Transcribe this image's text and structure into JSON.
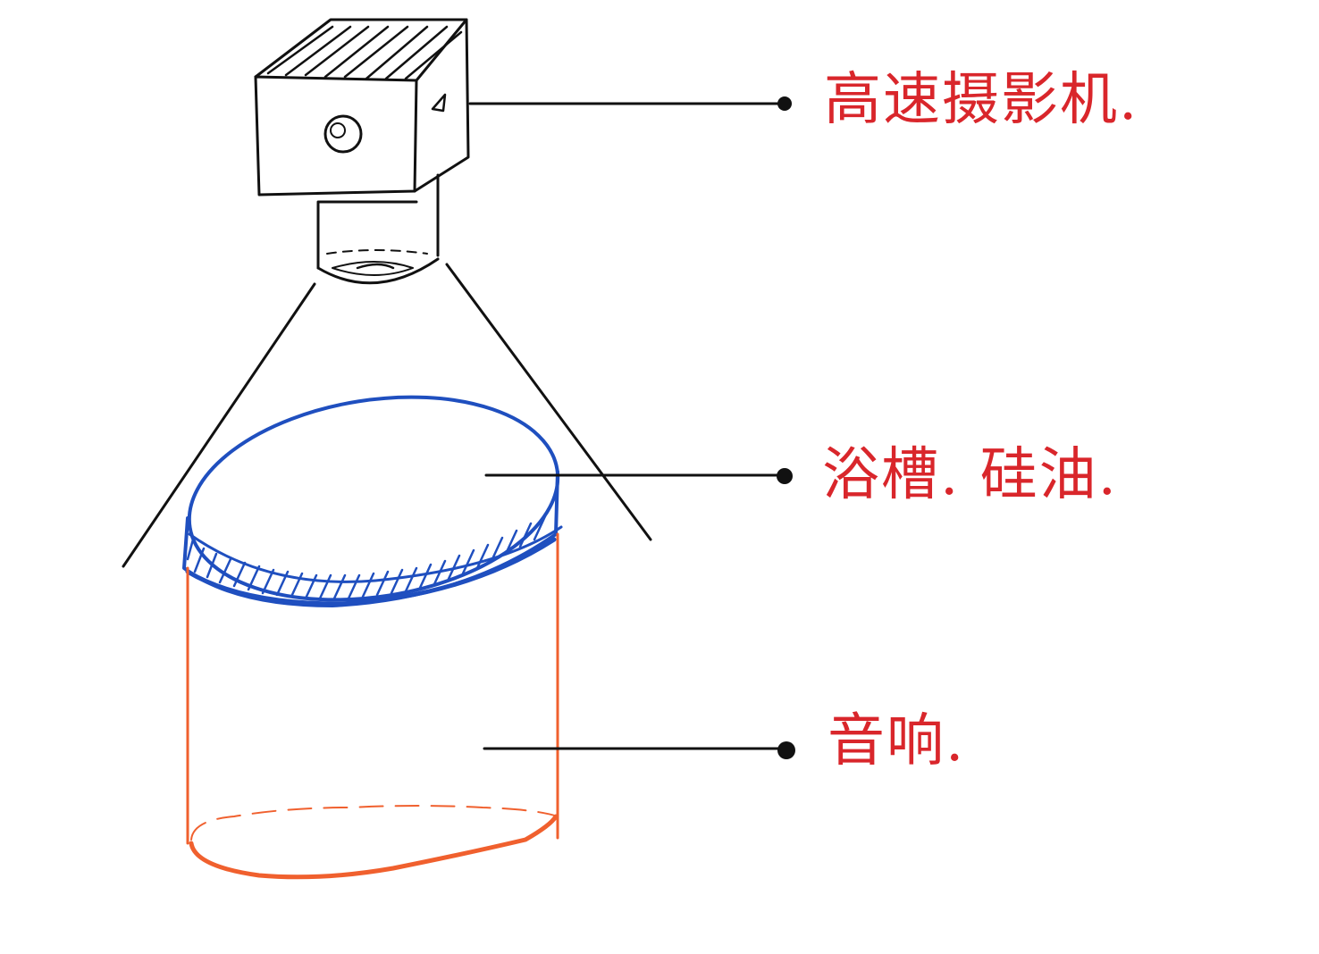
{
  "labels": {
    "camera": "高速摄影机.",
    "tank": "浴槽. 硅油.",
    "speaker": "音响."
  },
  "colors": {
    "ink": "#111111",
    "tank_blue": "#1f4fbf",
    "speaker_orange": "#f0602e",
    "label_red": "#d9262b"
  }
}
